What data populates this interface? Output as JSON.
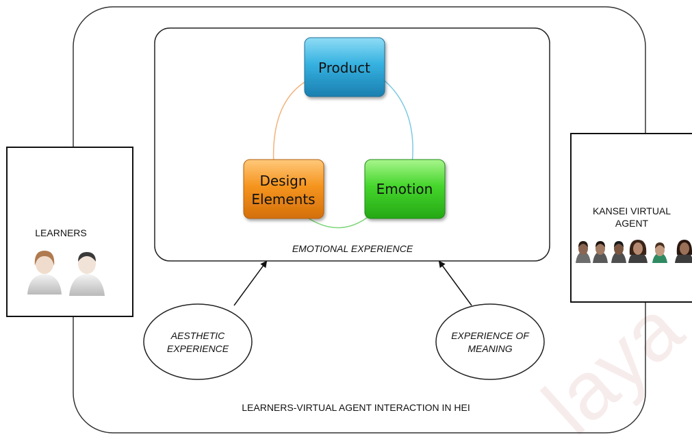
{
  "outer_caption": "LEARNERS-VIRTUAL AGENT INTERACTION IN HEI",
  "inner_caption": "EMOTIONAL EXPERIENCE",
  "nodes": {
    "product": {
      "label": "Product",
      "color": "#2b9fcf"
    },
    "design": {
      "label_line1": "Design",
      "label_line2": "Elements",
      "color": "#f08a1c"
    },
    "emotion": {
      "label": "Emotion",
      "color": "#3dcb2a"
    }
  },
  "learners": {
    "label": "LEARNERS"
  },
  "agent": {
    "label_line1": "KANSEI VIRTUAL",
    "label_line2": "AGENT"
  },
  "aesthetic": {
    "line1": "AESTHETIC",
    "line2": "EXPERIENCE"
  },
  "meaning": {
    "line1": "EXPERIENCE OF",
    "line2": "MEANING"
  },
  "watermark": "laya"
}
